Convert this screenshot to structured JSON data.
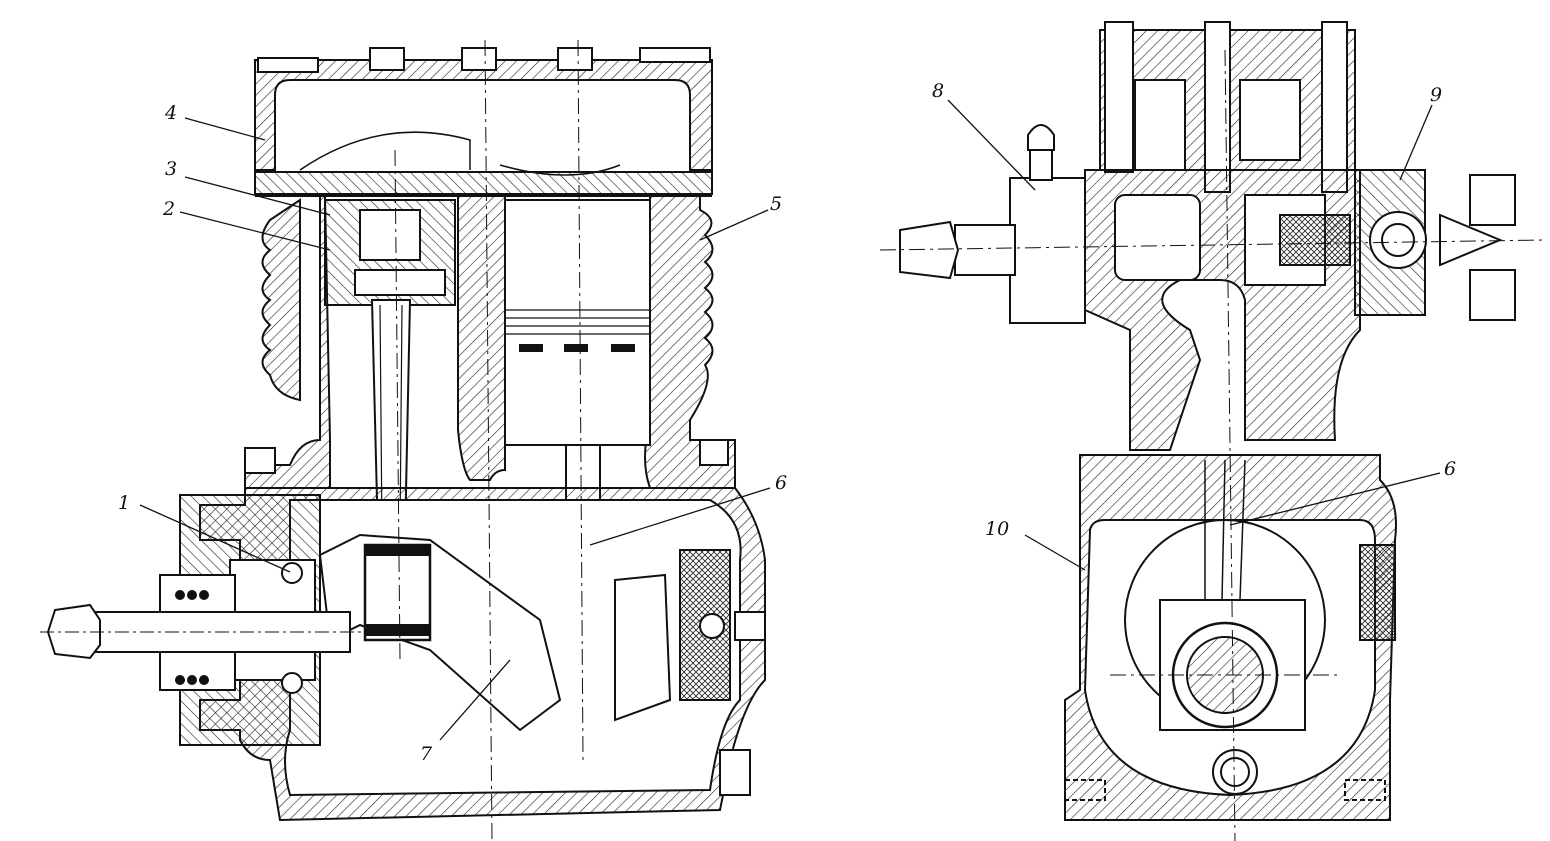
{
  "figure": {
    "left_view": {
      "labels": [
        "1",
        "2",
        "3",
        "4",
        "5",
        "6",
        "7"
      ]
    },
    "right_view": {
      "labels": [
        "6",
        "8",
        "9",
        "10"
      ]
    }
  }
}
